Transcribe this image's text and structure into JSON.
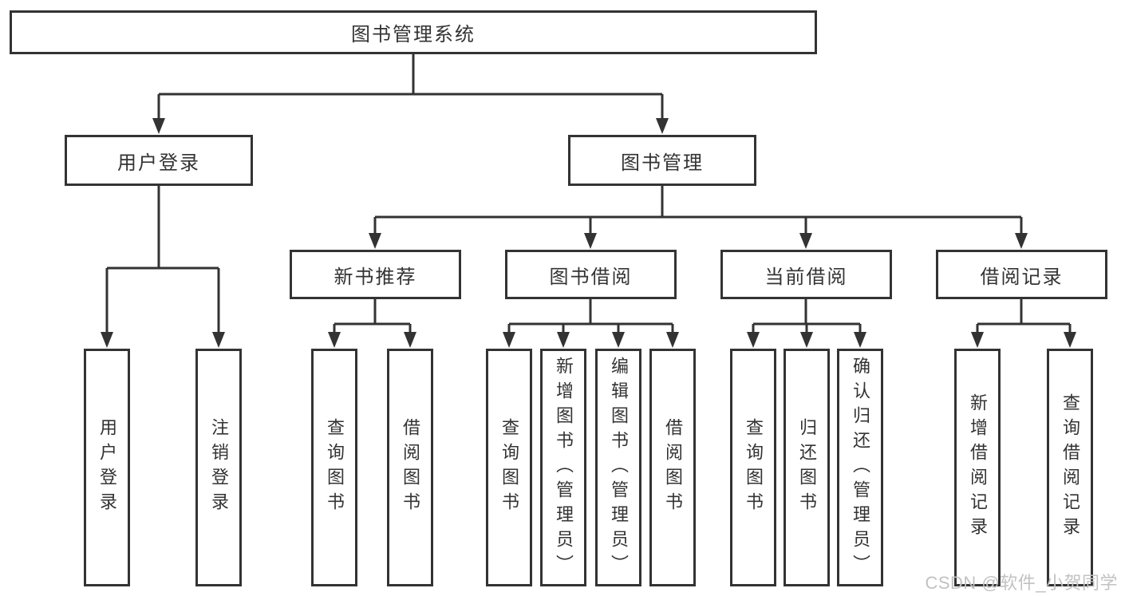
{
  "tree": {
    "label": "图书管理系统",
    "children": [
      {
        "label": "用户登录",
        "children": [
          {
            "label": "用户登录"
          },
          {
            "label": "注销登录"
          }
        ]
      },
      {
        "label": "图书管理",
        "children": [
          {
            "label": "新书推荐",
            "children": [
              {
                "label": "查询图书"
              },
              {
                "label": "借阅图书"
              }
            ]
          },
          {
            "label": "图书借阅",
            "children": [
              {
                "label": "查询图书"
              },
              {
                "label": "新增图书（管理员）"
              },
              {
                "label": "编辑图书（管理员）"
              },
              {
                "label": "借阅图书"
              }
            ]
          },
          {
            "label": "当前借阅",
            "children": [
              {
                "label": "查询图书"
              },
              {
                "label": "归还图书"
              },
              {
                "label": "确认归还（管理员）"
              }
            ]
          },
          {
            "label": "借阅记录",
            "children": [
              {
                "label": "新增借阅记录"
              },
              {
                "label": "查询借阅记录"
              }
            ]
          }
        ]
      }
    ]
  },
  "watermark": {
    "text": "CSDN @软件_小贺同学"
  },
  "colors": {
    "line": "#333333",
    "box_border": "#333333",
    "box_fill": "#ffffff",
    "text": "#333333",
    "watermark": "#c2c2c2",
    "background": "#ffffff"
  }
}
